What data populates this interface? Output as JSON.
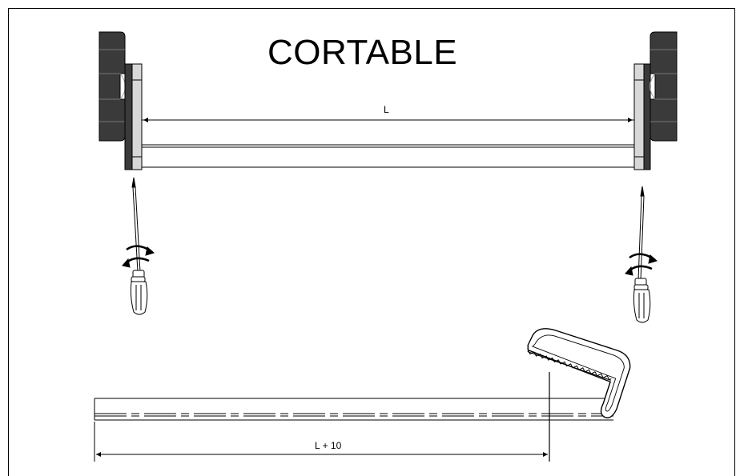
{
  "title": "CORTABLE",
  "dimensions": {
    "top_length": "L",
    "bottom_length": "L + 10"
  },
  "colors": {
    "ink": "#000000",
    "body_fill": "#3a3a3a",
    "hub_fill": "#d8d8d8",
    "background": "#ffffff"
  },
  "icons": {
    "end_cap": "end-cap-icon",
    "screwdriver": "screwdriver-icon",
    "rotation": "rotate-arrows-icon",
    "saw": "hacksaw-icon"
  }
}
